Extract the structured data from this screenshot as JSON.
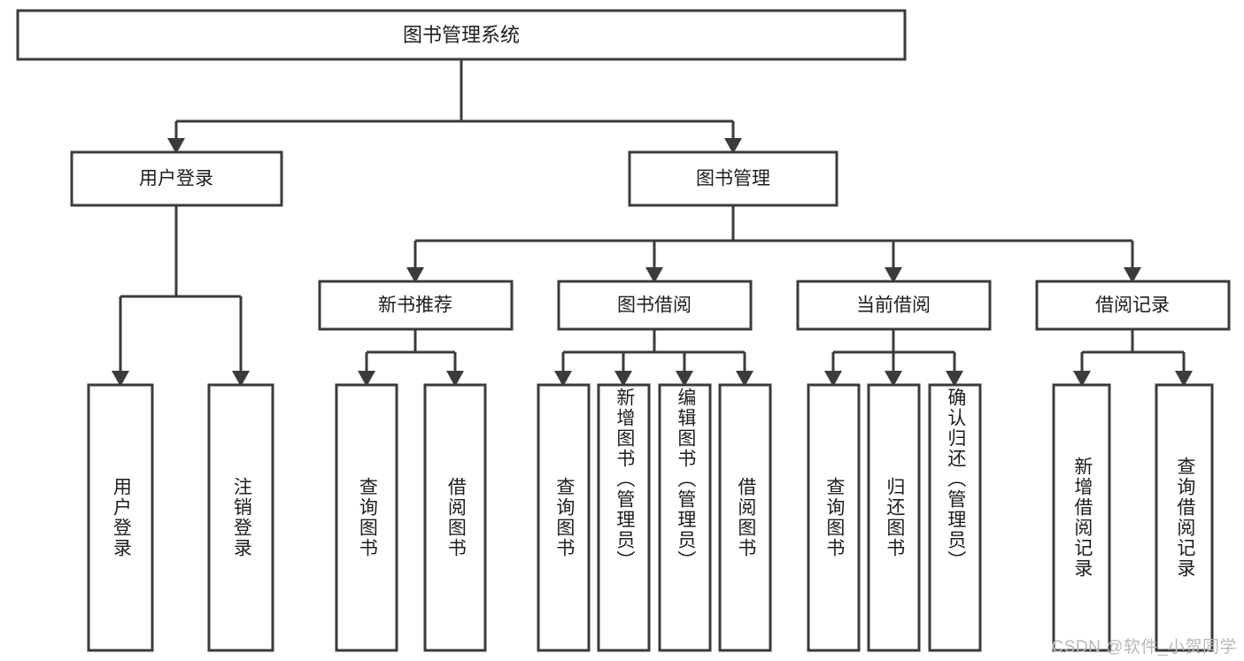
{
  "diagram": {
    "title": "图书管理系统",
    "type": "tree-hierarchy-diagram",
    "watermark": "CSDN @软件_小贺同学",
    "colors": {
      "box_stroke": "#3b3b3b",
      "box_fill": "#ffffff",
      "text": "#1d1d1d",
      "connector": "#3b3b3b",
      "watermark": "#b9b9b9",
      "background": "#ffffff"
    },
    "root": {
      "label": "图书管理系统"
    },
    "level2": [
      {
        "label": "用户登录"
      },
      {
        "label": "图书管理"
      }
    ],
    "level3": [
      {
        "label": "新书推荐"
      },
      {
        "label": "图书借阅"
      },
      {
        "label": "当前借阅"
      },
      {
        "label": "借阅记录"
      }
    ],
    "leaves": {
      "user_login": [
        {
          "label": "用户登录"
        },
        {
          "label": "注销登录"
        }
      ],
      "new_book_recommend": [
        {
          "label": "查询图书"
        },
        {
          "label": "借阅图书"
        }
      ],
      "book_borrow": [
        {
          "label": "查询图书"
        },
        {
          "label": "新增图书（管理员）"
        },
        {
          "label": "编辑图书（管理员）"
        },
        {
          "label": "借阅图书"
        }
      ],
      "current_borrow": [
        {
          "label": "查询图书"
        },
        {
          "label": "归还图书"
        },
        {
          "label": "确认归还（管理员）"
        }
      ],
      "borrow_record": [
        {
          "label": "新增借阅记录"
        },
        {
          "label": "查询借阅记录"
        }
      ]
    }
  }
}
